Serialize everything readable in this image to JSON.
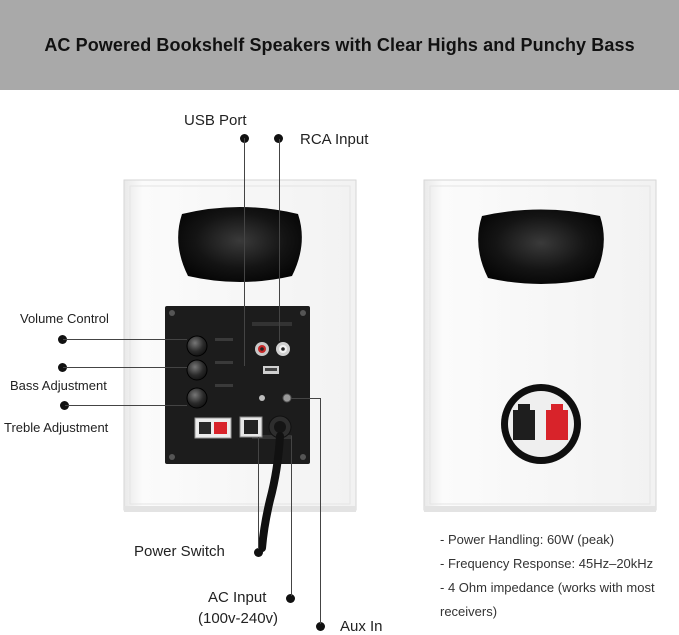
{
  "banner": {
    "title": "AC Powered Bookshelf Speakers with Clear Highs and Punchy Bass"
  },
  "callouts": {
    "usb_port": "USB Port",
    "rca_input": "RCA Input",
    "volume_control": "Volume Control",
    "bass_adjustment": "Bass Adjustment",
    "treble_adjustment": "Treble Adjustment",
    "power_switch": "Power Switch",
    "ac_input_line1": "AC Input",
    "ac_input_line2": "(100v-240v)",
    "aux_in": "Aux In"
  },
  "specs": {
    "line1": "- Power Handling: 60W (peak)",
    "line2": "- Frequency Response: 45Hz–20kHz",
    "line3": "- 4 Ohm impedance (works with most",
    "line4": "receivers)"
  },
  "colors": {
    "banner": "#a9a9a9",
    "cabinet": "#f7f7f7",
    "panel": "#1c1c1c",
    "terminal_red": "#d8232a"
  }
}
